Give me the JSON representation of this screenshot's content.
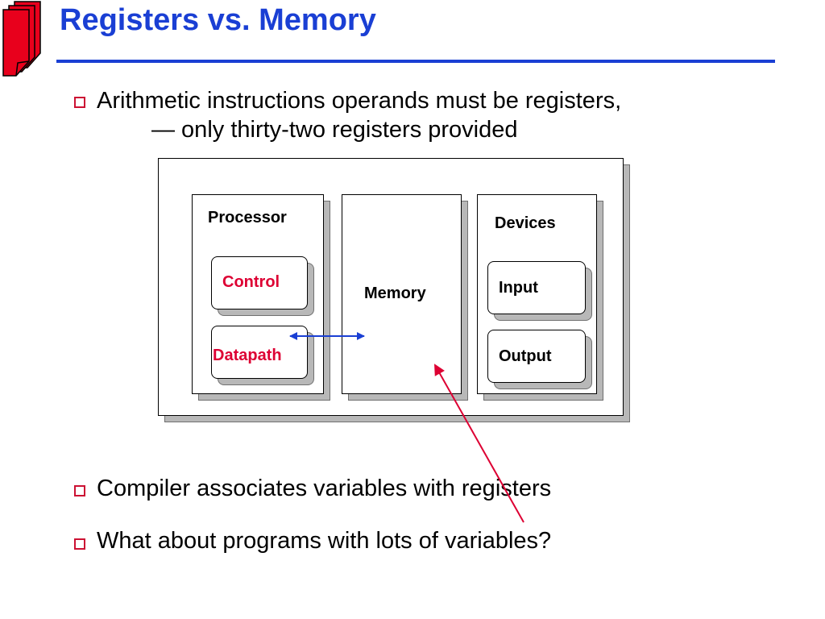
{
  "title": "Registers vs. Memory",
  "bullets": [
    {
      "line1": "Arithmetic instructions operands must be registers,",
      "line2": "— only thirty-two registers provided"
    },
    {
      "line1": "Compiler associates variables with registers"
    },
    {
      "line1": "What about programs with lots of variables?"
    }
  ],
  "diagram": {
    "processor": "Processor",
    "control": "Control",
    "datapath": "Datapath",
    "memory": "Memory",
    "devices": "Devices",
    "input": "Input",
    "output": "Output"
  },
  "colors": {
    "title": "#1a3fd4",
    "bullet": "#cc1133",
    "accent_red": "#dd0033",
    "arrow_blue": "#1a3fd4"
  },
  "icons": [
    "stacked-pages-icon",
    "bullet-square-icon"
  ]
}
